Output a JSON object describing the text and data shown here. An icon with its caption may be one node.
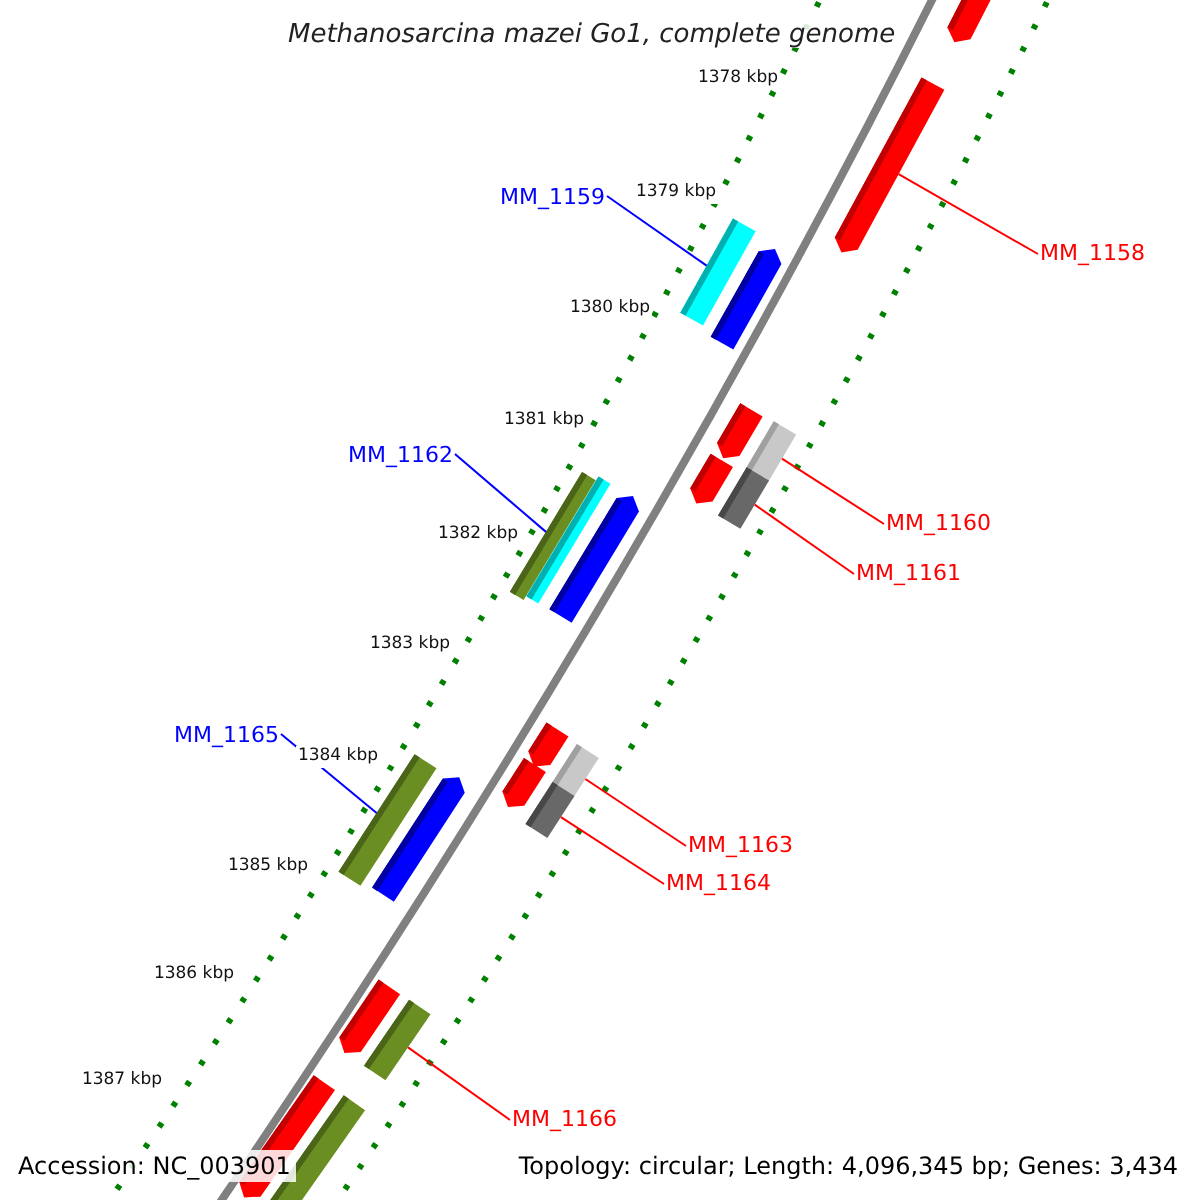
{
  "diagram": {
    "title": "Methanosarcina mazei Go1, complete genome",
    "nodes": [
      {
        "text": [
          "MM_1159"
        ]
      },
      {
        "text": [
          "MM_1158"
        ]
      },
      {
        "text": [
          "MM_1162"
        ]
      },
      {
        "text": [
          "MM_1160"
        ]
      },
      {
        "text": [
          "MM_1161"
        ]
      },
      {
        "text": [
          "MM_1165"
        ]
      },
      {
        "text": [
          "MM_1163"
        ]
      },
      {
        "text": [
          "MM_1164"
        ]
      },
      {
        "text": [
          "MM_1166"
        ]
      },
      {
        "text": [],
        "shape": "bar"
      },
      {
        "text": [],
        "shape": "bar"
      },
      {
        "text": [],
        "shape": "bar"
      },
      {
        "text": [],
        "shape": "bar"
      },
      {
        "text": [],
        "shape": "bar"
      },
      {
        "text": [],
        "shape": "bar"
      },
      {
        "text": [],
        "shape": "bar"
      },
      {
        "text": [],
        "shape": "bar"
      },
      {
        "text": [],
        "shape": "bar"
      },
      {
        "text": [],
        "shape": "bar"
      },
      {
        "text": [],
        "shape": "bar"
      },
      {
        "text": [],
        "shape": "bar"
      },
      {
        "text": [],
        "shape": "bar"
      },
      {
        "text": [],
        "shape": "bar"
      },
      {
        "text": [],
        "shape": "bar"
      },
      {
        "text": [],
        "shape": "bar"
      },
      {
        "text": [],
        "shape": "bar"
      },
      {
        "text": [],
        "shape": "bar"
      },
      {
        "text": [],
        "shape": "bar"
      },
      {
        "text": [],
        "shape": "bar"
      },
      {
        "text": [],
        "shape": "bar"
      }
    ],
    "edges": [
      {
        "from": 0,
        "to": 11,
        "arrow": "none",
        "color": "#0000ff"
      },
      {
        "from": 1,
        "to": 10,
        "arrow": "none"
      },
      {
        "from": 2,
        "to": 17,
        "arrow": "none",
        "color": "#0000ff"
      },
      {
        "from": 3,
        "to": 14,
        "arrow": "none"
      },
      {
        "from": 4,
        "to": 16,
        "arrow": "none"
      },
      {
        "from": 5,
        "to": 24,
        "arrow": "none",
        "color": "#0000ff"
      },
      {
        "from": 6,
        "to": 21,
        "arrow": "none"
      },
      {
        "from": 7,
        "to": 23,
        "arrow": "none"
      },
      {
        "from": 8,
        "to": 27,
        "arrow": "none"
      }
    ],
    "labels": [
      "1378 kbp",
      "1379 kbp",
      "1380 kbp",
      "1381 kbp",
      "1382 kbp",
      "1383 kbp",
      "1384 kbp",
      "1385 kbp",
      "1386 kbp",
      "1387 kbp",
      "Accession: NC_003901",
      "Topology: circular; Length: 4,096,345 bp; Genes: 3,434"
    ]
  }
}
